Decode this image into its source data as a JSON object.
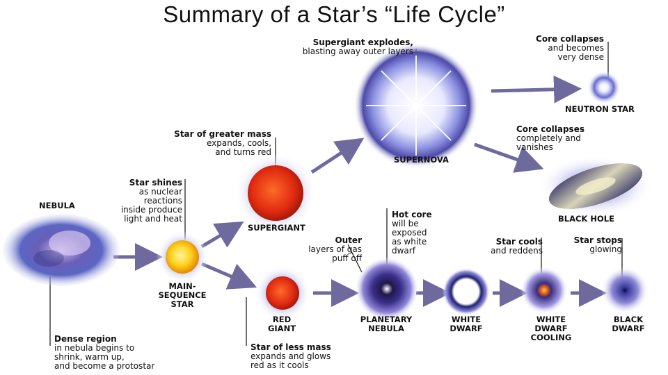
{
  "title": "Summary of a Star’s “Life Cycle”",
  "stages": {
    "nebula": "NEBULA",
    "main_sequence": [
      "MAIN-",
      "SEQUENCE",
      "STAR"
    ],
    "supergiant": "SUPERGIANT",
    "red_giant": [
      "RED",
      "GIANT"
    ],
    "supernova": "SUPERNOVA",
    "neutron_star": "NEUTRON STAR",
    "black_hole": "BLACK HOLE",
    "planetary_nebula": [
      "PLANETARY",
      "NEBULA"
    ],
    "white_dwarf": [
      "WHITE",
      "DWARF"
    ],
    "white_dwarf_cooling": [
      "WHITE",
      "DWARF",
      "COOLING"
    ],
    "black_dwarf": [
      "BLACK",
      "DWARF"
    ]
  },
  "notes": {
    "dense_region": {
      "head": "Dense region",
      "lines": [
        "in nebula begins to",
        "shrink, warm up,",
        "and become a protostar"
      ]
    },
    "star_shines": {
      "head": "Star shines",
      "lines": [
        "as nuclear",
        "reactions",
        "inside produce",
        "light and heat"
      ]
    },
    "greater_mass": {
      "head": "Star of greater mass",
      "lines": [
        "expands, cools,",
        "and turns red"
      ]
    },
    "less_mass": {
      "head": "Star of less mass",
      "lines": [
        "expands and glows",
        "red as it cools"
      ]
    },
    "supergiant_explodes": {
      "head": "Supergiant explodes,",
      "lines": [
        "blasting away outer layers"
      ]
    },
    "core_collapses_dense": {
      "head": "Core collapses",
      "lines": [
        "and becomes",
        "very dense"
      ]
    },
    "core_collapses_vanish": {
      "head": "Core collapses",
      "lines": [
        "completely and",
        "vanishes"
      ]
    },
    "hot_core": {
      "head": "Hot core",
      "lines": [
        "will be",
        "exposed",
        "as white",
        "dwarf"
      ]
    },
    "outer_layers": {
      "head": "Outer",
      "lines": [
        "layers of gas",
        "puff off"
      ]
    },
    "star_cools": {
      "head": "Star cools",
      "lines": [
        "and reddens"
      ]
    },
    "star_stops": {
      "head": "Star stops",
      "lines": [
        "glowing"
      ]
    }
  },
  "colors": {
    "arrow": "#6e6a9e",
    "halo": "#c9c8ef",
    "pointer": "#111111"
  }
}
